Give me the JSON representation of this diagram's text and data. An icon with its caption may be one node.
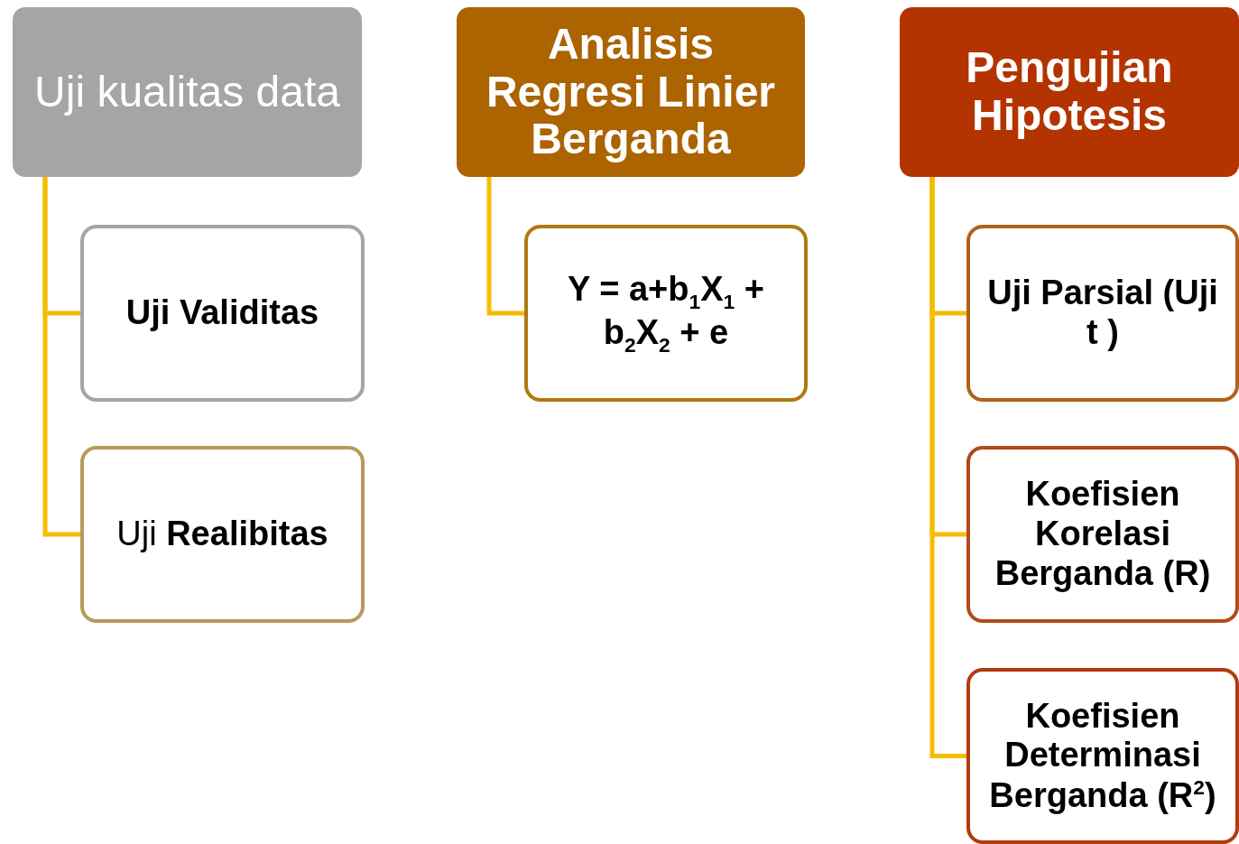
{
  "diagram": {
    "nodes": [
      {
        "text": [
          "Uji kualitas data"
        ]
      },
      {
        "text": [
          "Uji Validitas"
        ]
      },
      {
        "text": [
          "Uji **Realibitas**"
        ]
      },
      {
        "text": [
          "Analisis Regresi Linier Berganda"
        ]
      },
      {
        "text": [
          "Y = a+b$_{1}$X$_{1}$ + b$_{2}$X$_{2}$ + e"
        ]
      },
      {
        "text": [
          "Pengujian Hipotesis"
        ]
      },
      {
        "text": [
          "Uji Parsial (Uji t )"
        ]
      },
      {
        "text": [
          "Koefisien Korelasi Berganda (R)"
        ]
      },
      {
        "text": [
          "Koefisien Determinasi Berganda (R$^{2}$)"
        ]
      }
    ],
    "edges": [
      {
        "from": 0,
        "to": 1,
        "arrow": "none"
      },
      {
        "from": 0,
        "to": 2,
        "arrow": "none"
      },
      {
        "from": 3,
        "to": 4,
        "arrow": "none"
      },
      {
        "from": 5,
        "to": 6,
        "arrow": "none"
      },
      {
        "from": 5,
        "to": 7,
        "arrow": "none"
      },
      {
        "from": 5,
        "to": 8,
        "arrow": "none"
      }
    ]
  }
}
